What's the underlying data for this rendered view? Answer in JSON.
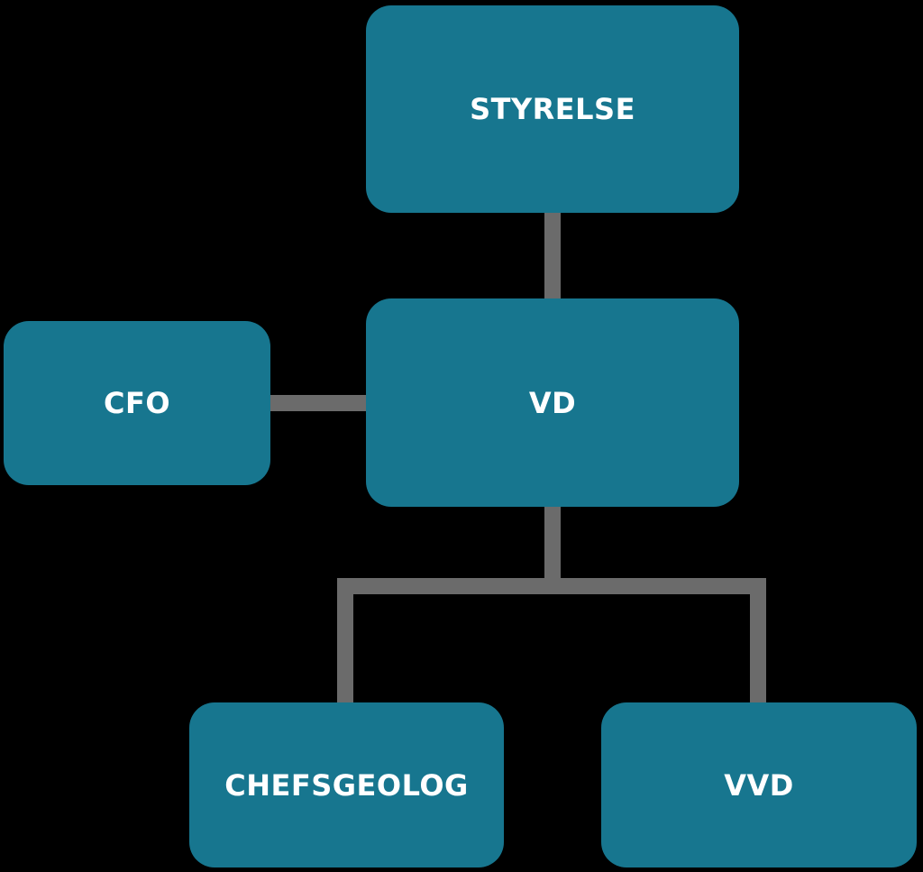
{
  "org_chart": {
    "colors": {
      "background": "#000000",
      "node_fill": "#17768f",
      "node_text": "#ffffff",
      "connector": "#6b6b6b"
    },
    "nodes": {
      "styrelse": "STYRELSE",
      "vd": "VD",
      "cfo": "CFO",
      "chefsgeolog": "CHEFSGEOLOG",
      "vvd": "VVD"
    }
  }
}
